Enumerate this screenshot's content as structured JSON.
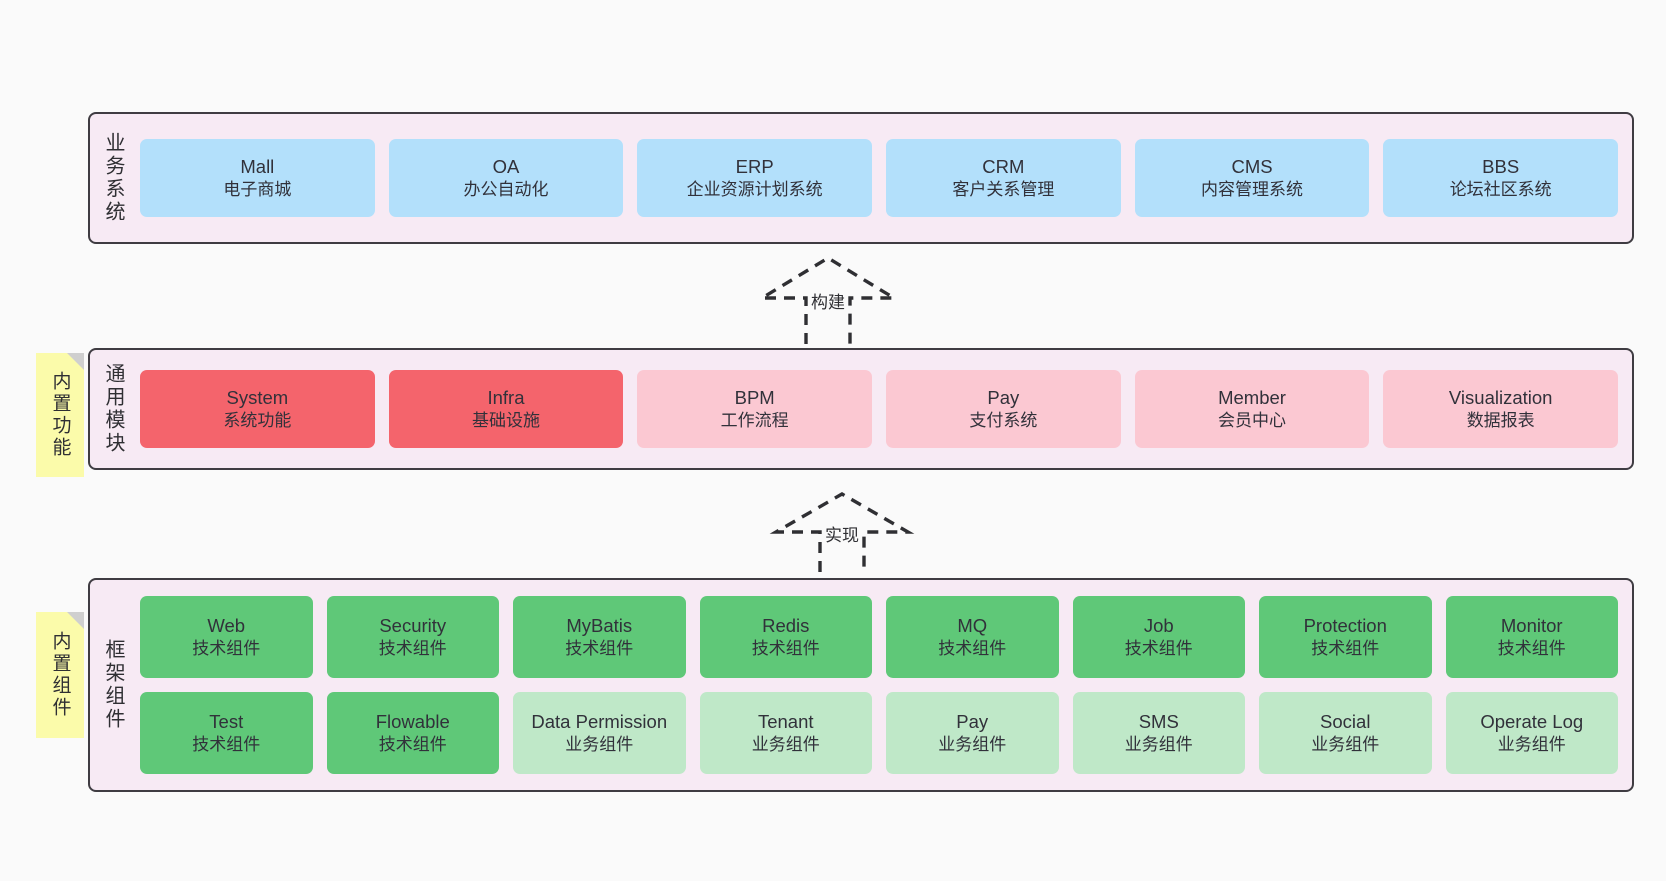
{
  "diagram": {
    "background": "#fafafa",
    "layer_fill": "#f7eaf4",
    "layer_border": "#3f3c42",
    "note_fill": "#fbfbaa",
    "colors": {
      "blue": "#b3e0fb",
      "red": "#f4646c",
      "pink": "#fbc8d2",
      "green": "#5fc878",
      "light_green": "#bfe8c8"
    }
  },
  "layers": [
    {
      "id": "business-systems",
      "title": "业务系统",
      "cards": [
        {
          "en": "Mall",
          "cn": "电子商城",
          "color": "blue"
        },
        {
          "en": "OA",
          "cn": "办公自动化",
          "color": "blue"
        },
        {
          "en": "ERP",
          "cn": "企业资源计划系统",
          "color": "blue"
        },
        {
          "en": "CRM",
          "cn": "客户关系管理",
          "color": "blue"
        },
        {
          "en": "CMS",
          "cn": "内容管理系统",
          "color": "blue"
        },
        {
          "en": "BBS",
          "cn": "论坛社区系统",
          "color": "blue"
        }
      ]
    },
    {
      "id": "common-modules",
      "title": "通用模块",
      "note": "内置功能",
      "cards": [
        {
          "en": "System",
          "cn": "系统功能",
          "color": "red"
        },
        {
          "en": "Infra",
          "cn": "基础设施",
          "color": "red"
        },
        {
          "en": "BPM",
          "cn": "工作流程",
          "color": "pink"
        },
        {
          "en": "Pay",
          "cn": "支付系统",
          "color": "pink"
        },
        {
          "en": "Member",
          "cn": "会员中心",
          "color": "pink"
        },
        {
          "en": "Visualization",
          "cn": "数据报表",
          "color": "pink"
        }
      ]
    },
    {
      "id": "framework-components",
      "title": "框架组件",
      "note": "内置组件",
      "rows": [
        [
          {
            "en": "Web",
            "cn": "技术组件",
            "color": "green"
          },
          {
            "en": "Security",
            "cn": "技术组件",
            "color": "green"
          },
          {
            "en": "MyBatis",
            "cn": "技术组件",
            "color": "green"
          },
          {
            "en": "Redis",
            "cn": "技术组件",
            "color": "green"
          },
          {
            "en": "MQ",
            "cn": "技术组件",
            "color": "green"
          },
          {
            "en": "Job",
            "cn": "技术组件",
            "color": "green"
          },
          {
            "en": "Protection",
            "cn": "技术组件",
            "color": "green"
          },
          {
            "en": "Monitor",
            "cn": "技术组件",
            "color": "green"
          }
        ],
        [
          {
            "en": "Test",
            "cn": "技术组件",
            "color": "green"
          },
          {
            "en": "Flowable",
            "cn": "技术组件",
            "color": "green"
          },
          {
            "en": "Data Permission",
            "cn": "业务组件",
            "color": "light_green"
          },
          {
            "en": "Tenant",
            "cn": "业务组件",
            "color": "light_green"
          },
          {
            "en": "Pay",
            "cn": "业务组件",
            "color": "light_green"
          },
          {
            "en": "SMS",
            "cn": "业务组件",
            "color": "light_green"
          },
          {
            "en": "Social",
            "cn": "业务组件",
            "color": "light_green"
          },
          {
            "en": "Operate Log",
            "cn": "业务组件",
            "color": "light_green"
          }
        ]
      ]
    }
  ],
  "connectors": [
    {
      "id": "build",
      "label": "构建"
    },
    {
      "id": "implement",
      "label": "实现"
    }
  ]
}
